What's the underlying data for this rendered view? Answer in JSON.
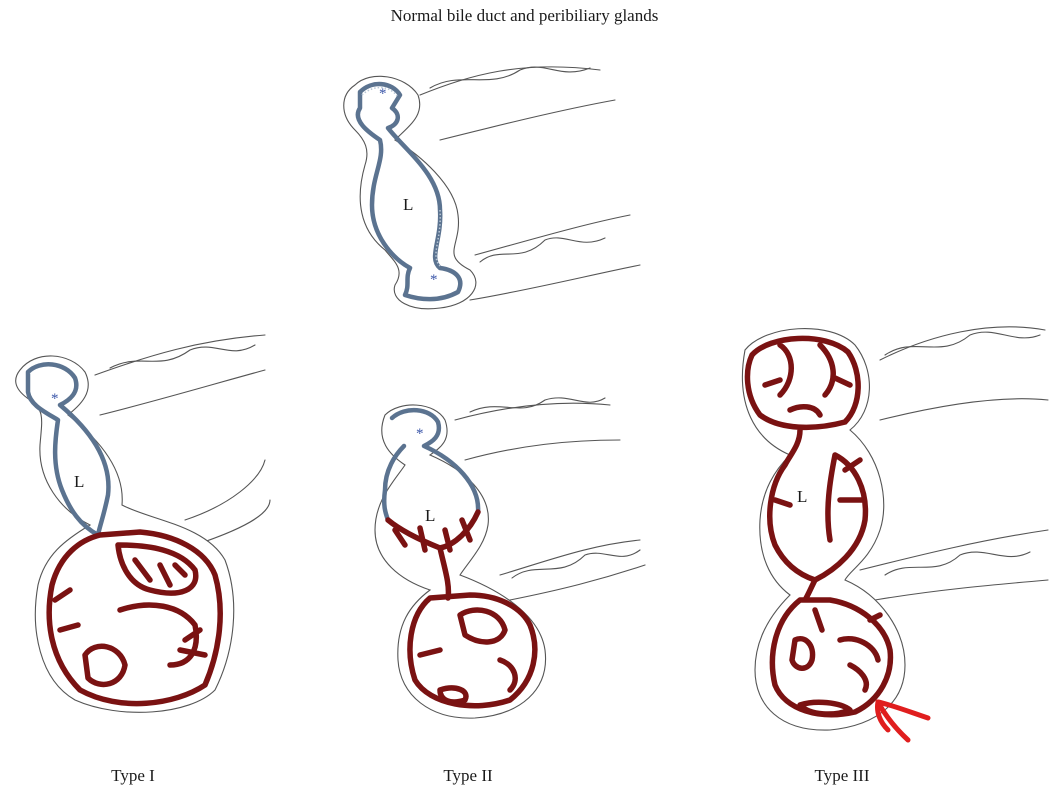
{
  "title": "Normal bile duct and peribiliary glands",
  "diagrams": {
    "normal": {
      "lumen_label": "L",
      "gland_marker": "*"
    },
    "type1": {
      "caption": "Type I",
      "lumen_label": "L",
      "gland_marker": "*"
    },
    "type2": {
      "caption": "Type II",
      "lumen_label": "L",
      "gland_marker": "*"
    },
    "type3": {
      "caption": "Type III",
      "lumen_label": "L"
    }
  },
  "colors": {
    "normal_epithelium": "#5b7390",
    "dilated_glands": "#7a1212",
    "arrow": "#e01e1e",
    "gland_marker": "#3a55a8"
  },
  "icons": {
    "indicator": "red-arrow-icon"
  }
}
